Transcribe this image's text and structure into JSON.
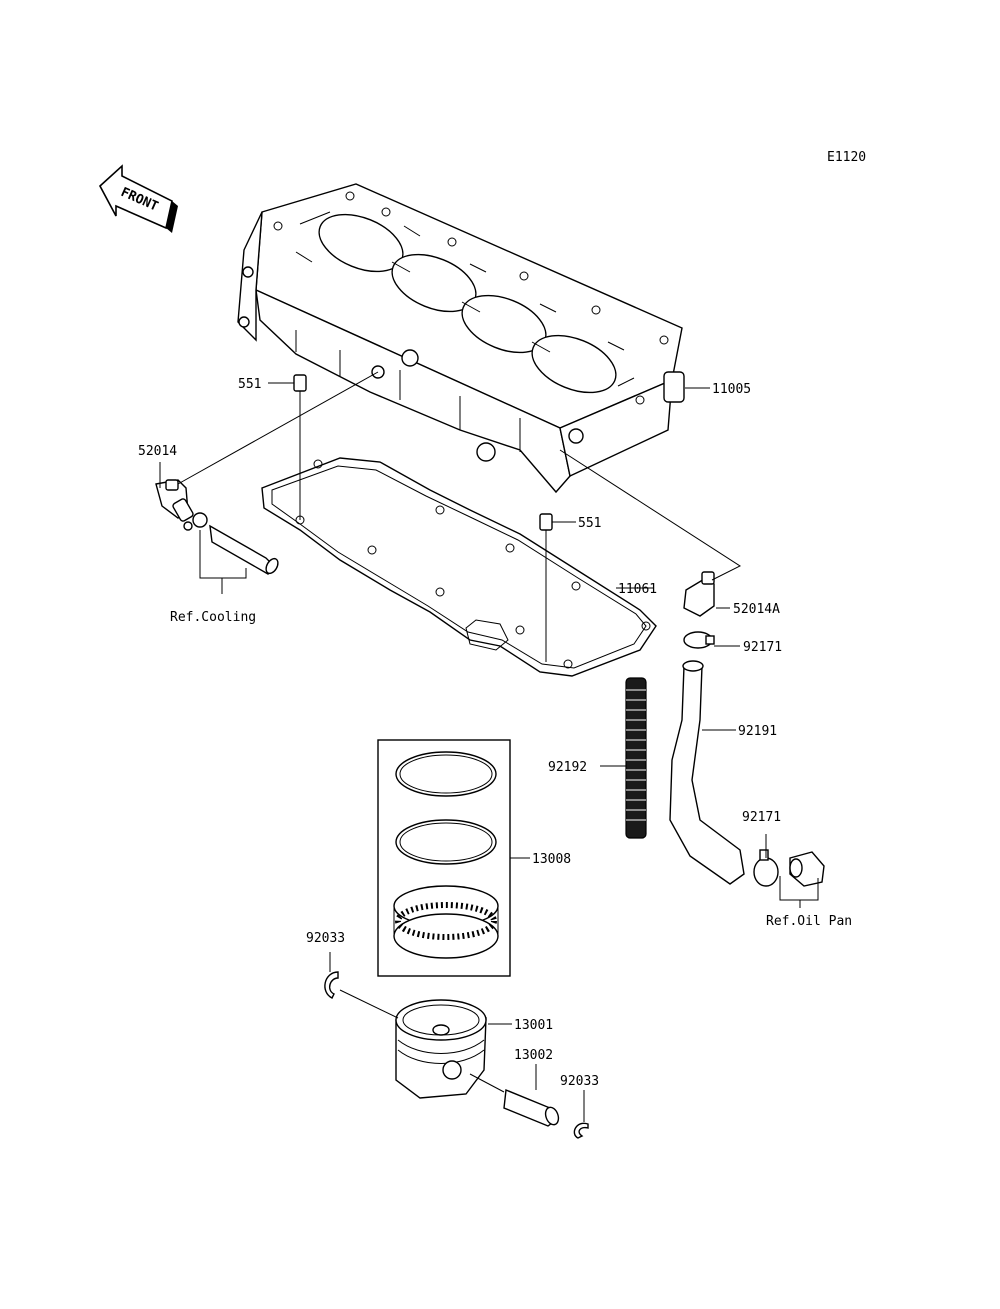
{
  "diagram_code": "E1120",
  "front_arrow_text": "FRONT",
  "callouts": {
    "cylinder": "11005",
    "dowel_upper": "551",
    "dowel_lower": "551",
    "fitting_left": "52014",
    "fitting_right": "52014A",
    "gasket": "11061",
    "clamp_upper": "92171",
    "hose": "92191",
    "hose_wrapped": "92192",
    "clamp_lower": "92171",
    "ring_set": "13008",
    "circlip_left": "92033",
    "piston": "13001",
    "piston_pin": "13002",
    "circlip_right": "92033"
  },
  "references": {
    "cooling": "Ref.Cooling",
    "oil_pan": "Ref.Oil Pan"
  },
  "icons": [
    "front-arrow-icon"
  ]
}
